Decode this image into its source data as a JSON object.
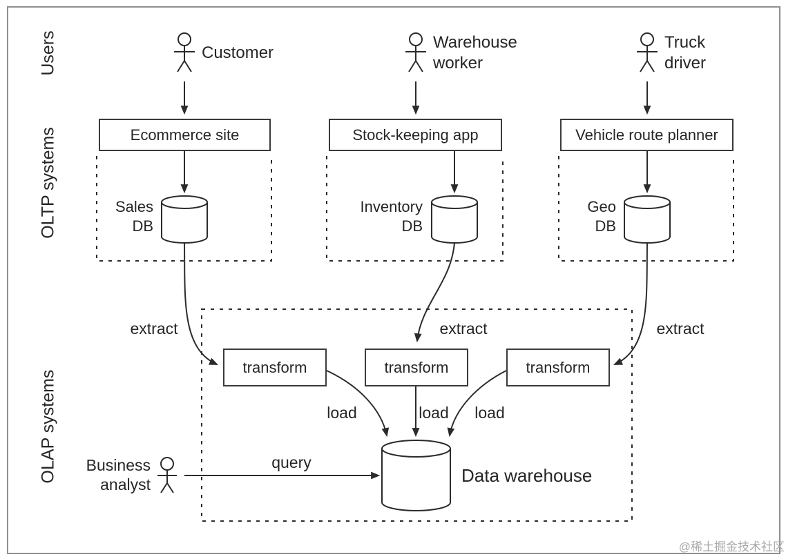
{
  "rows": {
    "users_label": "Users",
    "oltp_label": "OLTP systems",
    "olap_label": "OLAP systems"
  },
  "actors": {
    "customer": "Customer",
    "warehouse_worker": {
      "line1": "Warehouse",
      "line2": "worker"
    },
    "truck_driver": {
      "line1": "Truck",
      "line2": "driver"
    },
    "business_analyst": {
      "line1": "Business",
      "line2": "analyst"
    }
  },
  "apps": {
    "ecommerce": "Ecommerce site",
    "stock_keeping": "Stock-keeping app",
    "route_planner": "Vehicle route planner"
  },
  "databases": {
    "sales": {
      "line1": "Sales",
      "line2": "DB"
    },
    "inventory": {
      "line1": "Inventory",
      "line2": "DB"
    },
    "geo": {
      "line1": "Geo",
      "line2": "DB"
    },
    "warehouse": "Data warehouse"
  },
  "etl": {
    "extract1": "extract",
    "extract2": "extract",
    "extract3": "extract",
    "transform1": "transform",
    "transform2": "transform",
    "transform3": "transform",
    "load1": "load",
    "load2": "load",
    "load3": "load",
    "query": "query"
  },
  "watermark": "@稀土掘金技术社区",
  "colors": {
    "stroke": "#2b2b2b",
    "text": "#262626",
    "frame": "#8f8f8f",
    "watermark": "#a8a8a8"
  }
}
